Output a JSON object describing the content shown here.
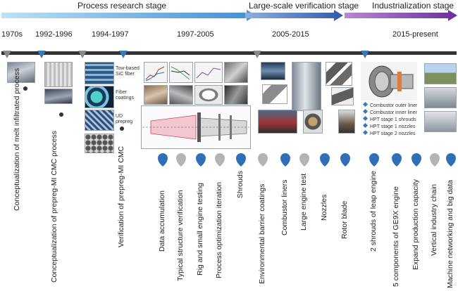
{
  "stages": {
    "process_research": "Process research stage",
    "large_scale_verification": "Large-scale verification stage",
    "industrialization": "Industrialization stage"
  },
  "eras": {
    "e1970s": "1970s",
    "e1992": "1992-1996",
    "e1994": "1994-1997",
    "e1997": "1997-2005",
    "e2005": "2005-2015",
    "e2015": "2015-present"
  },
  "milestones": {
    "melt_infiltrated": "Conceptualization of melt infiltrated process",
    "prepreg_mi": "Conceptualization of prepreg-MI CMC process",
    "verification_prepreg": "Verification of prepreg-MI CMC"
  },
  "image_captions": {
    "tow_sic": "Tow-based\nSiC fiber",
    "fiber_coatings": "Fiber\ncoatings",
    "ud_prepreg": "UD\nprepreg"
  },
  "legend_items": [
    "Combustor outer liner",
    "Combustor inner liner",
    "HPT stage 1 shrouds",
    "HPT stage 1 nozzles",
    "HPT stage 2 nozzles"
  ],
  "pins": {
    "p1997": [
      {
        "label": "Data accumulation",
        "color": "blue"
      },
      {
        "label": "Typical structure verification",
        "color": "gray"
      },
      {
        "label": "Rig and small engine testing",
        "color": "blue"
      },
      {
        "label": "Process optimization iteration",
        "color": "gray"
      }
    ],
    "p2005": [
      {
        "label": "Shrouds",
        "color": "blue"
      },
      {
        "label": "Environmental barrier coatings",
        "color": "gray"
      },
      {
        "label": "Combustor liners",
        "color": "blue"
      },
      {
        "label": "Large engine test",
        "color": "gray"
      },
      {
        "label": "Nozzles",
        "color": "blue"
      },
      {
        "label": "Rotor blade",
        "color": "blue"
      }
    ],
    "p2015": [
      {
        "label": "2 shrouds of leap engine",
        "color": "blue"
      },
      {
        "label": "5 components of GE9X engine",
        "color": "blue"
      },
      {
        "label": "Expand production capacity",
        "color": "blue"
      },
      {
        "label": "Vertical industry chain",
        "color": "gray"
      },
      {
        "label": "Machine networking and big data",
        "color": "blue"
      }
    ]
  },
  "colors": {
    "stage1": "#3f8fd0",
    "stage2": "#2f5aa8",
    "stage3": "#6a2f9a",
    "timeline": "#333333",
    "pin_blue": "#2f6fb6",
    "pin_gray": "#b4b4b4",
    "marker_gray": "#8a8a8a",
    "marker_blue": "#3a78b8"
  }
}
